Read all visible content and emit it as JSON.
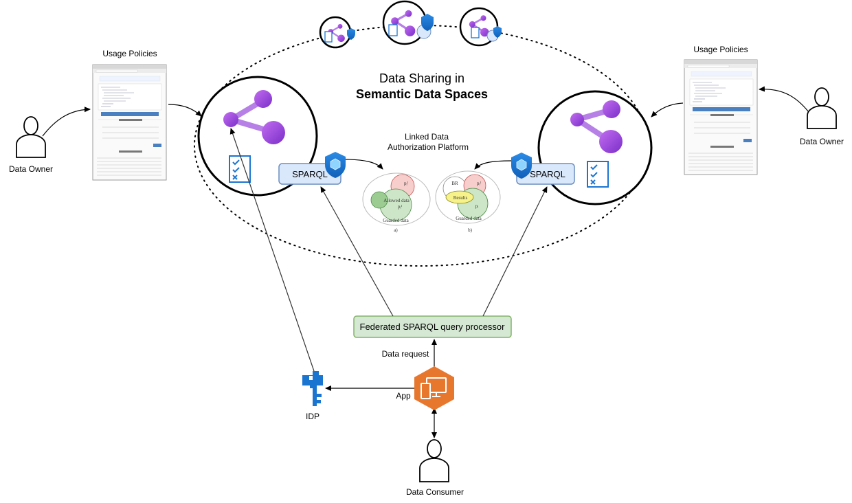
{
  "title": {
    "line1": "Data Sharing in",
    "line2": "Semantic Data Spaces"
  },
  "platform": {
    "line1": "Linked Data",
    "line2": "Authorization Platform"
  },
  "sparql_left": "SPARQL",
  "sparql_right": "SPARQL",
  "processor": "Federated SPARQL query processor",
  "edges": {
    "data_request": "Data request",
    "app": "App"
  },
  "left_owner": {
    "policies": "Usage Policies",
    "owner": "Data Owner"
  },
  "right_owner": {
    "policies": "Usage Policies",
    "owner": "Data Owner"
  },
  "idp": "IDP",
  "consumer": "Data Consumer",
  "venn_a": {
    "p_top": "pᵢᴵ",
    "allowed": "Allowed data",
    "p_bottom": "pᵢᴵ",
    "guarded": "Guarded data",
    "caption": "a)"
  },
  "venn_b": {
    "br": "BR",
    "p_top": "pᵢᴵ",
    "results": "Results",
    "p_bottom": "pᵢ",
    "guarded": "Guarded data",
    "caption": "b)"
  },
  "colors": {
    "purple": "#8b45d6",
    "blue": "#1a75d1",
    "orange": "#e8772e",
    "green_fill": "#d5e8d4",
    "green_stroke": "#82b366",
    "blue_fill": "#dae8fc",
    "blue_stroke": "#6c8ebf"
  },
  "icons": [
    "share-icon",
    "checklist-icon",
    "shield-cube-icon",
    "person-icon",
    "key-icon",
    "devices-icon",
    "screenshot-icon",
    "venn-icon"
  ]
}
